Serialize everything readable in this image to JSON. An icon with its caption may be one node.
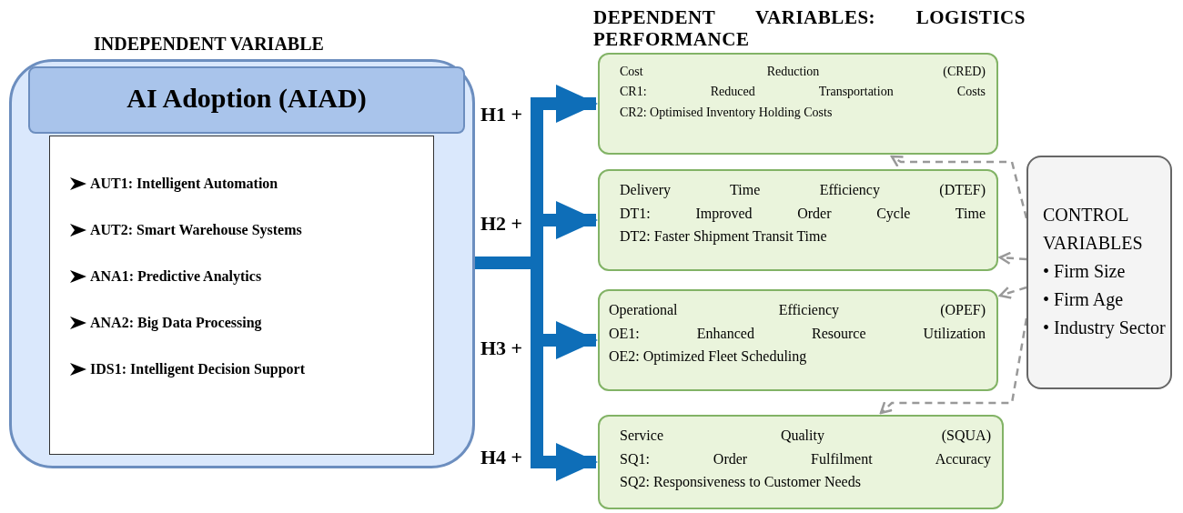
{
  "diagram": {
    "nodes": [
      {
        "text": [
          "INDEPENDENT VARIABLE"
        ]
      },
      {
        "text": [
          "AI Adoption (AIAD)"
        ],
        "in": 0
      },
      {
        "text": [
          "AUT1: Intelligent Automation",
          "AUT2: Smart Warehouse Systems",
          "ANA1: Predictive Analytics",
          "ANA2: Big Data Processing",
          "IDS1: Intelligent Decision Support"
        ],
        "in": 0
      },
      {
        "text": [
          "Cost Reduction (CRED)",
          "CR1: Reduced Transportation Costs",
          "CR2: Optimised Inventory Holding Costs"
        ]
      },
      {
        "text": [
          "Delivery Time Efficiency (DTEF)",
          "DT1: Improved Order Cycle Time",
          "DT2: Faster Shipment Transit Time"
        ]
      },
      {
        "text": [
          "Operational Efficiency (OPEF)",
          "OE1: Enhanced Resource Utilization",
          "OE2: Optimized Fleet Scheduling"
        ]
      },
      {
        "text": [
          "Service Quality (SQUA)",
          "SQ1: Order Fulfilment Accuracy",
          "SQ2: Responsiveness to Customer Needs"
        ]
      },
      {
        "text": [
          "CONTROL VARIABLES",
          "• Firm Size",
          "• Firm Age",
          "• Industry Sector"
        ]
      }
    ],
    "edges": [
      {
        "from": 0,
        "to": 3,
        "arrow": "to",
        "label": "H1 +",
        "style": "thick",
        "color": "#0e6eb8"
      },
      {
        "from": 0,
        "to": 4,
        "arrow": "to",
        "label": "H2 +",
        "style": "thick",
        "color": "#0e6eb8"
      },
      {
        "from": 0,
        "to": 5,
        "arrow": "to",
        "label": "H3 +",
        "style": "thick",
        "color": "#0e6eb8"
      },
      {
        "from": 0,
        "to": 6,
        "arrow": "to",
        "label": "H4 +",
        "style": "thick",
        "color": "#0e6eb8"
      },
      {
        "from": 7,
        "to": 3,
        "arrow": "to",
        "style": "dashed",
        "color": "#999999"
      },
      {
        "from": 7,
        "to": 4,
        "arrow": "to",
        "style": "dashed",
        "color": "#999999"
      },
      {
        "from": 7,
        "to": 5,
        "arrow": "to",
        "style": "dashed",
        "color": "#999999"
      },
      {
        "from": 7,
        "to": 6,
        "arrow": "to",
        "style": "dashed",
        "color": "#999999"
      }
    ],
    "labels": [
      "DEPENDENT VARIABLES: LOGISTICS PERFORMANCE"
    ]
  }
}
